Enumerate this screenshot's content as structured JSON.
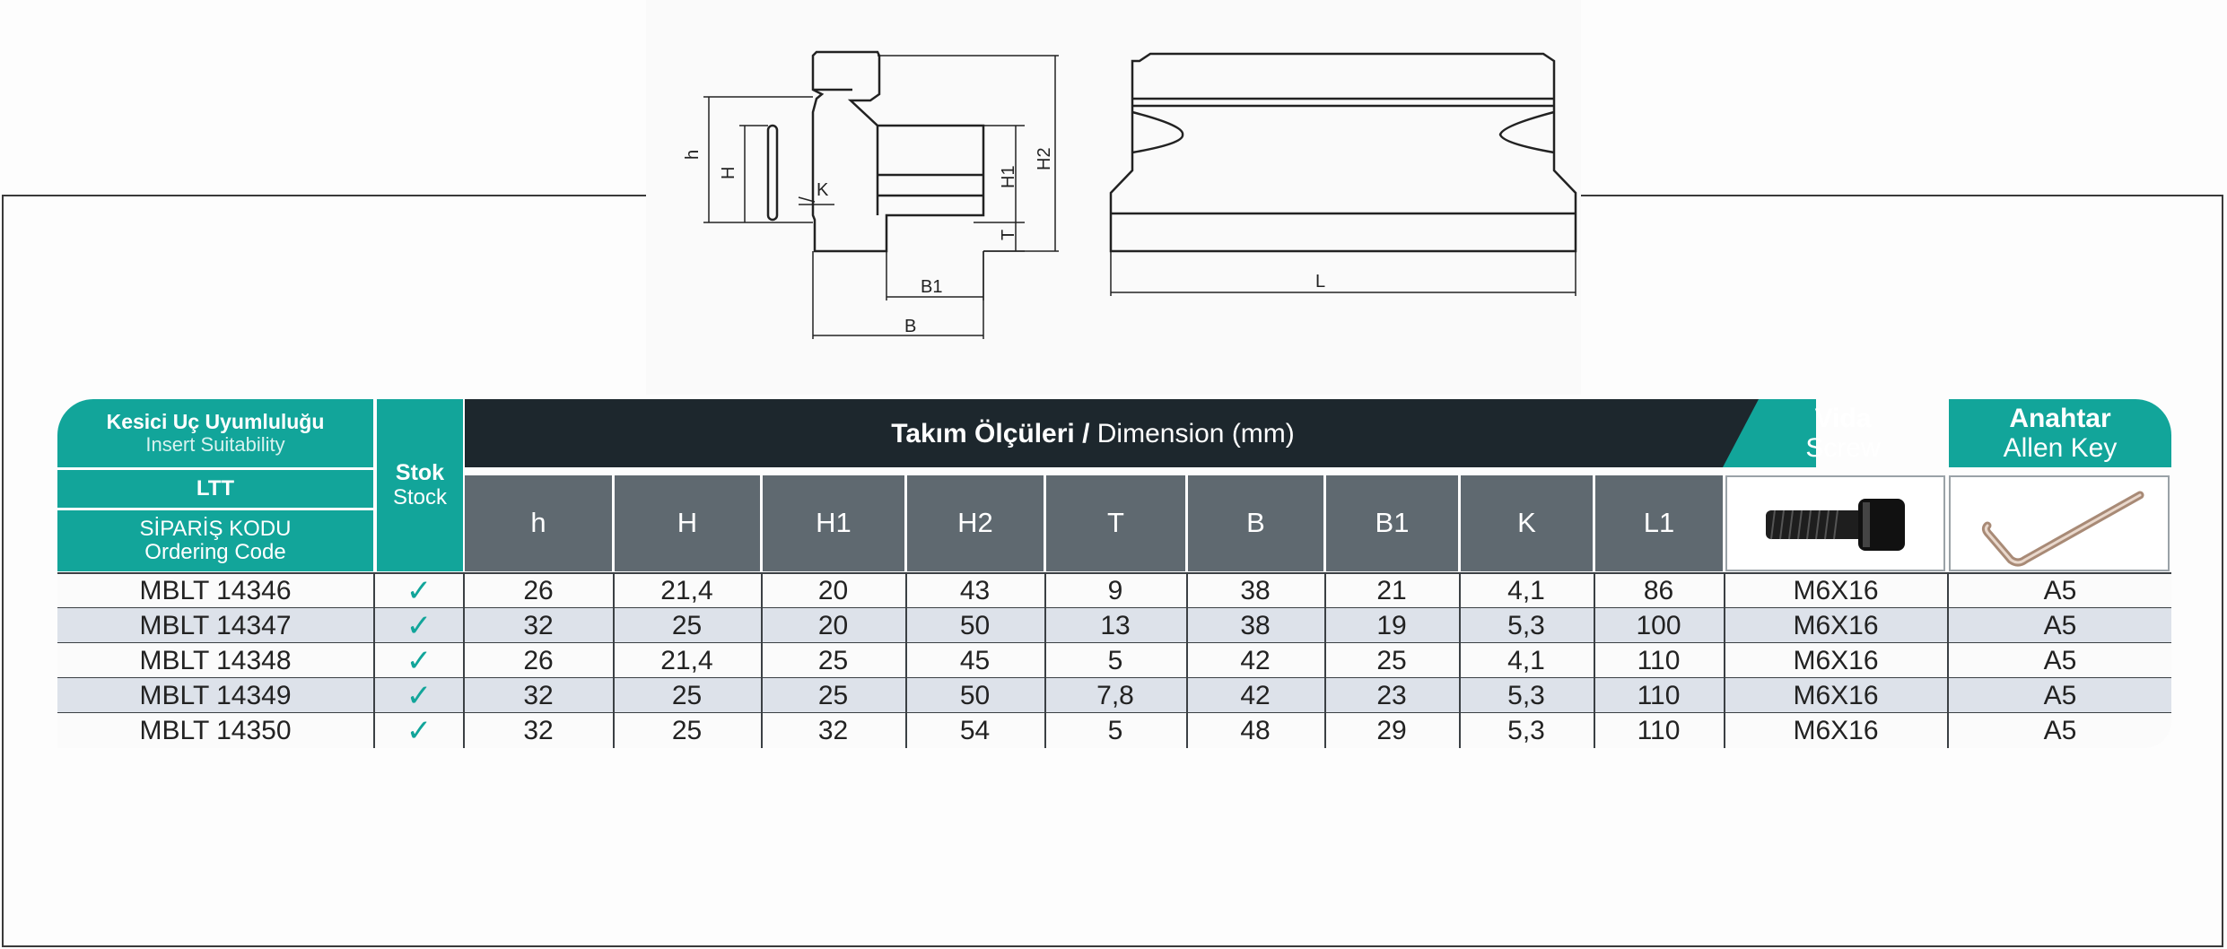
{
  "drawing": {
    "labels": [
      "h",
      "H",
      "K",
      "H1",
      "T",
      "H2",
      "B1",
      "B",
      "L"
    ]
  },
  "header": {
    "insert_title": "Kesici Uç Uyumluluğu",
    "insert_sub": "Insert Suitability",
    "ltt": "LTT",
    "ordering_title": "SİPARİŞ KODU",
    "ordering_sub": "Ordering Code",
    "stock_title": "Stok",
    "stock_sub": "Stock",
    "dim_bold": "Takım Ölçüleri /",
    "dim_rest": " Dimension (mm)",
    "screw_title": "Vida",
    "screw_sub": "Screw",
    "key_title": "Anahtar",
    "key_sub": "Allen Key",
    "columns": [
      "h",
      "H",
      "H1",
      "H2",
      "T",
      "B",
      "B1",
      "K",
      "L1"
    ]
  },
  "icons": {
    "screw": "socket-head-screw-icon",
    "key": "allen-key-icon",
    "check": "check-icon"
  },
  "colors": {
    "teal": "#12a59a",
    "dark": "#1d272d",
    "slate": "#5f6970",
    "stripe": "#dde2ea"
  },
  "rows": [
    {
      "code": "MBLT 14346",
      "stock": "✓",
      "h": "26",
      "H": "21,4",
      "H1": "20",
      "H2": "43",
      "T": "9",
      "B": "38",
      "B1": "21",
      "K": "4,1",
      "L1": "86",
      "screw": "M6X16",
      "key": "A5"
    },
    {
      "code": "MBLT 14347",
      "stock": "✓",
      "h": "32",
      "H": "25",
      "H1": "20",
      "H2": "50",
      "T": "13",
      "B": "38",
      "B1": "19",
      "K": "5,3",
      "L1": "100",
      "screw": "M6X16",
      "key": "A5"
    },
    {
      "code": "MBLT 14348",
      "stock": "✓",
      "h": "26",
      "H": "21,4",
      "H1": "25",
      "H2": "45",
      "T": "5",
      "B": "42",
      "B1": "25",
      "K": "4,1",
      "L1": "110",
      "screw": "M6X16",
      "key": "A5"
    },
    {
      "code": "MBLT 14349",
      "stock": "✓",
      "h": "32",
      "H": "25",
      "H1": "25",
      "H2": "50",
      "T": "7,8",
      "B": "42",
      "B1": "23",
      "K": "5,3",
      "L1": "110",
      "screw": "M6X16",
      "key": "A5"
    },
    {
      "code": "MBLT 14350",
      "stock": "✓",
      "h": "32",
      "H": "25",
      "H1": "32",
      "H2": "54",
      "T": "5",
      "B": "48",
      "B1": "29",
      "K": "5,3",
      "L1": "110",
      "screw": "M6X16",
      "key": "A5"
    }
  ]
}
